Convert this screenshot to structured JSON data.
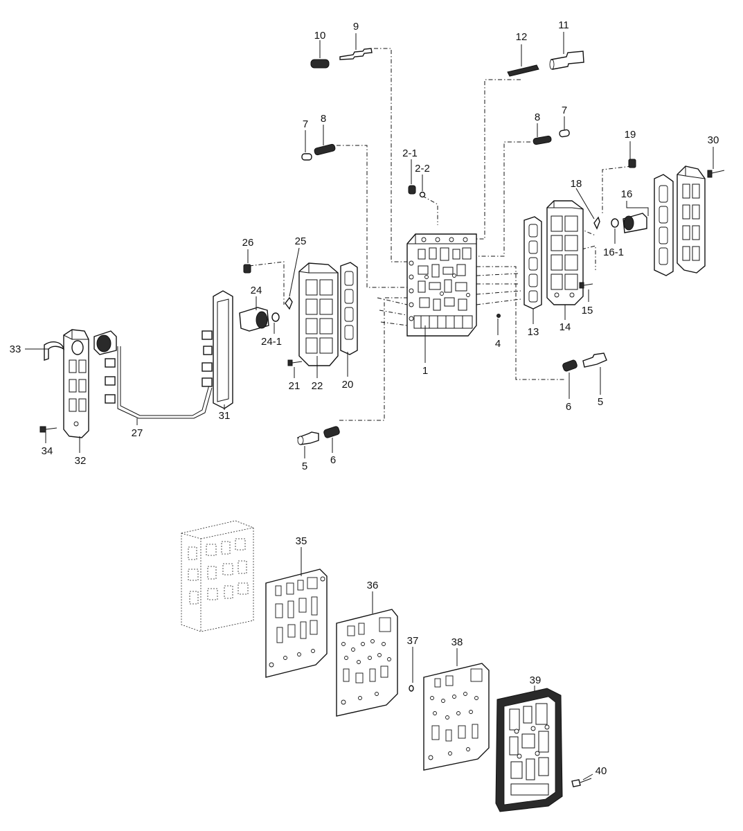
{
  "callouts": [
    "1",
    "2-1",
    "2-2",
    "4",
    "5",
    "6",
    "7",
    "8",
    "9",
    "10",
    "11",
    "12",
    "13",
    "14",
    "15",
    "16",
    "16-1",
    "18",
    "19",
    "20",
    "21",
    "22",
    "24",
    "24-1",
    "25",
    "26",
    "27",
    "30",
    "31",
    "32",
    "33",
    "34",
    "35",
    "36",
    "37",
    "38",
    "39",
    "40"
  ],
  "repeat_callouts": {
    "7": "7",
    "8": "8",
    "5": "5",
    "6": "6"
  }
}
